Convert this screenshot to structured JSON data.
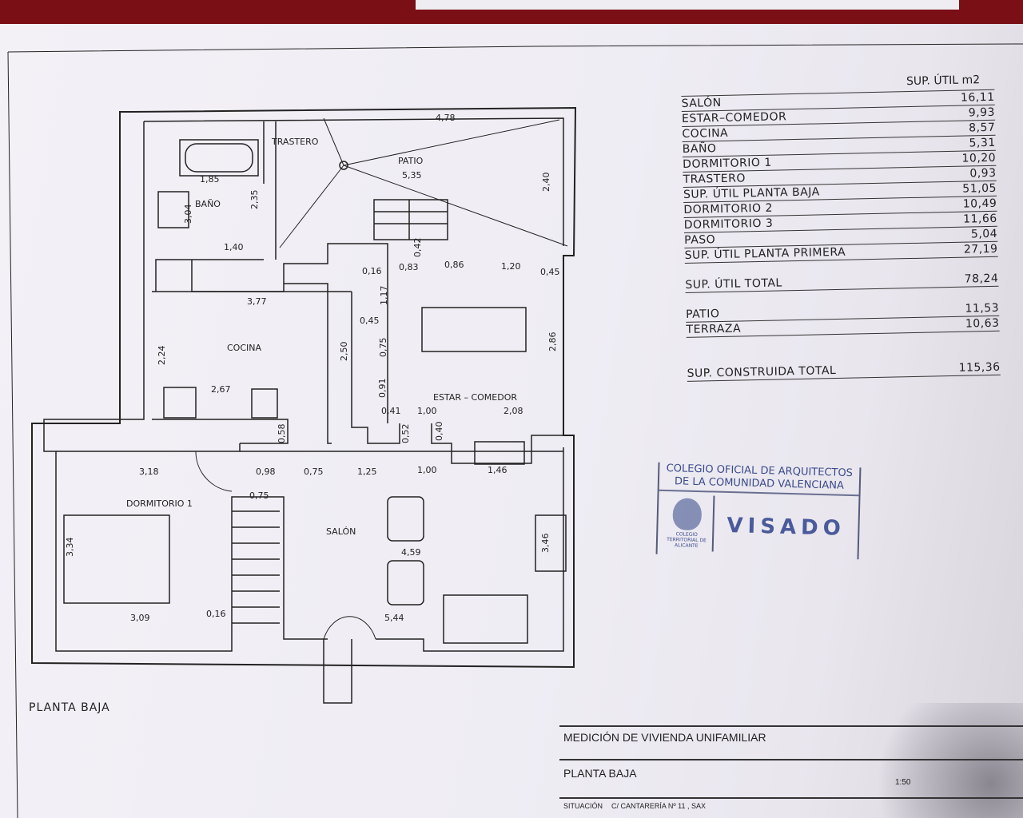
{
  "plan": {
    "label": "PLANTA BAJA",
    "rooms": [
      "TRASTERO",
      "PATIO",
      "BAÑO",
      "COCINA",
      "ESTAR – COMEDOR",
      "DORMITORIO 1",
      "SALÓN"
    ],
    "dims": [
      "4,78",
      "5,35",
      "2,40",
      "1,85",
      "2,35",
      "3,04",
      "1,40",
      "0,42",
      "0,16",
      "0,83",
      "0,86",
      "1,20",
      "0,45",
      "1,17",
      "3,77",
      "0,45",
      "0,75",
      "2,50",
      "2,86",
      "2,24",
      "2,67",
      "0,91",
      "0,41",
      "1,00",
      "2,08",
      "0,58",
      "0,52",
      "0,40",
      "3,18",
      "0,98",
      "0,75",
      "1,25",
      "1,00",
      "1,46",
      "0,75",
      "3,34",
      "4,59",
      "3,46",
      "0,16",
      "3,09",
      "5,44"
    ]
  },
  "table": {
    "header": "SUP. ÚTIL m2",
    "rows": [
      {
        "label": "SALÓN",
        "value": "16,11"
      },
      {
        "label": "ESTAR–COMEDOR",
        "value": "9,93"
      },
      {
        "label": "COCINA",
        "value": "8,57"
      },
      {
        "label": "BAÑO",
        "value": "5,31"
      },
      {
        "label": "DORMITORIO 1",
        "value": "10,20"
      },
      {
        "label": "TRASTERO",
        "value": "0,93"
      },
      {
        "label": "SUP. ÚTIL PLANTA BAJA",
        "value": "51,05"
      },
      {
        "label": "DORMITORIO 2",
        "value": "10,49"
      },
      {
        "label": "DORMITORIO 3",
        "value": "11,66"
      },
      {
        "label": "PASO",
        "value": "5,04"
      },
      {
        "label": "SUP. ÚTIL PLANTA PRIMERA",
        "value": "27,19"
      }
    ],
    "total_util": {
      "label": "SUP. ÚTIL TOTAL",
      "value": "78,24"
    },
    "extras": [
      {
        "label": "PATIO",
        "value": "11,53"
      },
      {
        "label": "TERRAZA",
        "value": "10,63"
      }
    ],
    "total_built": {
      "label": "SUP. CONSTRUIDA TOTAL",
      "value": "115,36"
    }
  },
  "stamp": {
    "line1": "COLEGIO OFICIAL DE ARQUITECTOS",
    "line2": "DE LA COMUNIDAD VALENCIANA",
    "seal": "COLEGIO TERRITORIAL DE ALICANTE",
    "visado": "VISADO"
  },
  "title_block": {
    "project": "MEDICIÓN DE VIVIENDA UNIFAMILIAR",
    "sheet": "PLANTA BAJA",
    "scale": "1:50",
    "situacion_label": "SITUACIÓN",
    "situacion": "C/ CANTARERÍA Nº 11 , SAX"
  }
}
